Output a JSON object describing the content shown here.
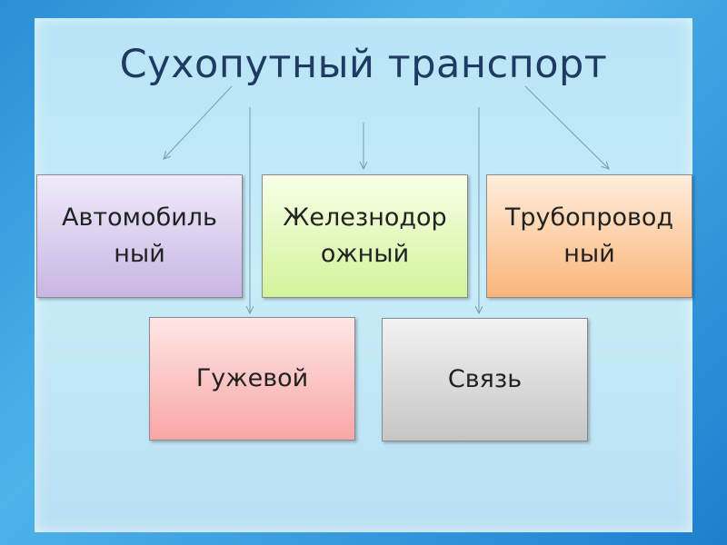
{
  "title": "Сухопутный транспорт",
  "boxes": [
    {
      "lines": [
        "Автомобиль",
        "ный"
      ],
      "color": "#d9cdef"
    },
    {
      "lines": [
        "Железнодор",
        "ожный"
      ],
      "color": "#e4f9bf"
    },
    {
      "lines": [
        "Трубопровод",
        "ный"
      ],
      "color": "#fdcfa6"
    },
    {
      "lines": [
        "Гужевой"
      ],
      "color": "#fcc4c4"
    },
    {
      "lines": [
        "Связь"
      ],
      "color": "#dcdcdc"
    }
  ],
  "colors": {
    "title": "#1f3a63",
    "arrow": "#7a9bb0"
  }
}
